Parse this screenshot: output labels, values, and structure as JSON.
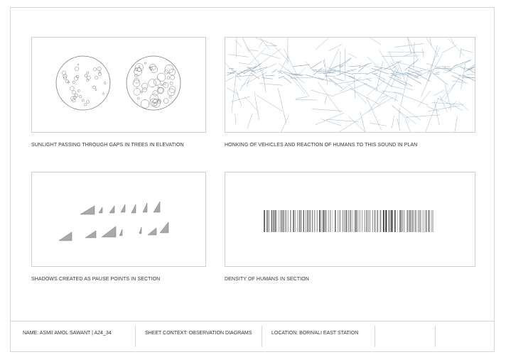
{
  "panels": {
    "sunlight": {
      "caption": "SUNLIGHT PASSING THROUGH GAPS IN TREES IN ELEVATION"
    },
    "honking": {
      "caption": "HONKING OF VEHICLES AND REACTION OF HUMANS TO THIS SOUND IN PLAN"
    },
    "shadows": {
      "caption": "SHADOWS CREATED AS PAUSE POINTS IN SECTION"
    },
    "density": {
      "caption": "DENSITY OF HUMANS IN SECTION"
    }
  },
  "title_block": {
    "name": "NAME: ASMII AMOL SAWANT | A24_34",
    "context": "SHEET CONTEXT: OBSERVATION DIAGRAMS",
    "location": "LOCATION: BORIVALI EAST STATION"
  },
  "colors": {
    "line": "#7a7a7a",
    "sound_lines": "#9fb4c4",
    "shadow_fill": "#a9a9a9",
    "frame": "#cfcfcf"
  }
}
